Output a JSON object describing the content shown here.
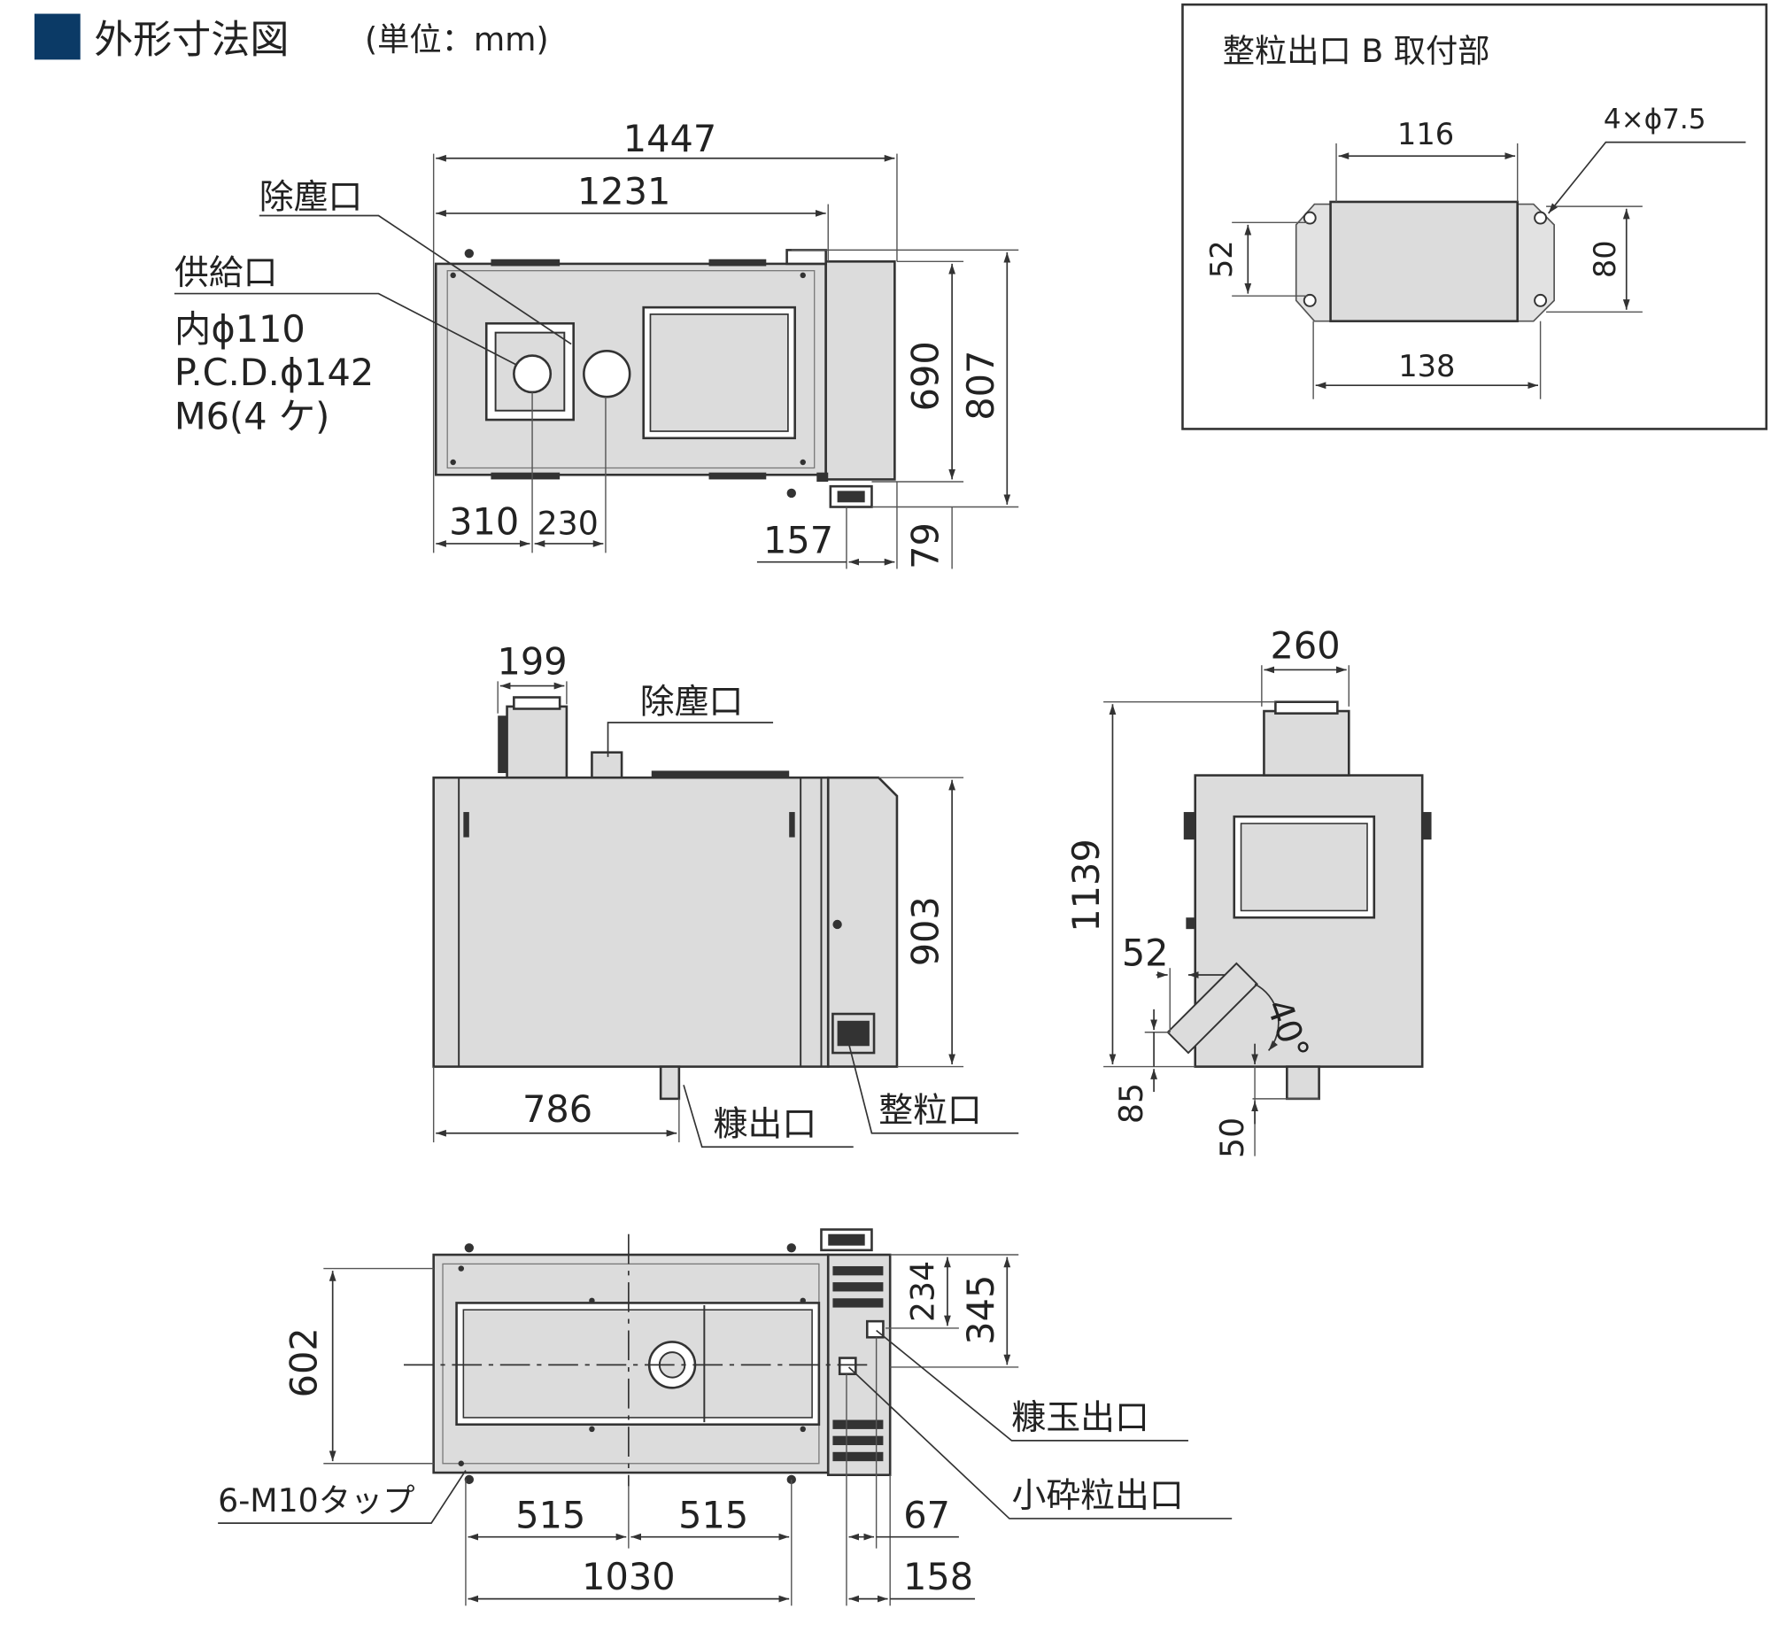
{
  "title": "外形寸法図",
  "title_unit": "(単位：mm)",
  "colors": {
    "accent": "#0b3a66",
    "body": "#dcdcdc",
    "line": "#333333"
  },
  "inset": {
    "title": "整粒出口 B 取付部",
    "dims": {
      "width_top": "116",
      "width_bottom": "138",
      "height_left": "52",
      "height_right": "80",
      "holes": "4×ϕ7.5"
    }
  },
  "top_view": {
    "labels": {
      "dust_port": "除塵口",
      "supply_port": "供給口",
      "spec_inner": "内ϕ110",
      "spec_pcd": "P.C.D.ϕ142",
      "spec_m6": "M6(4 ケ)"
    },
    "dims": {
      "overall": "1447",
      "inner": "1231",
      "depth_inner": "690",
      "depth_overall": "807",
      "offset_310": "310",
      "offset_230": "230",
      "offset_157": "157",
      "offset_79": "79"
    }
  },
  "front_view": {
    "labels": {
      "dust_port": "除塵口",
      "bran_outlet": "糠出口",
      "sorted_outlet": "整粒口"
    },
    "dims": {
      "width_199": "199",
      "height_903": "903",
      "offset_786": "786"
    }
  },
  "side_view": {
    "dims": {
      "width_260": "260",
      "height_1139": "1139",
      "dim_52": "52",
      "angle": "40°",
      "dim_85": "85",
      "dim_50": "50"
    }
  },
  "bottom_view": {
    "labels": {
      "tap": "6-M10タップ",
      "bran_ball_outlet": "糠玉出口",
      "broken_outlet": "小砕粒出口"
    },
    "dims": {
      "depth_602": "602",
      "half_left": "515",
      "half_right": "515",
      "span_1030": "1030",
      "dim_234": "234",
      "dim_345": "345",
      "dim_67": "67",
      "dim_158": "158"
    }
  }
}
